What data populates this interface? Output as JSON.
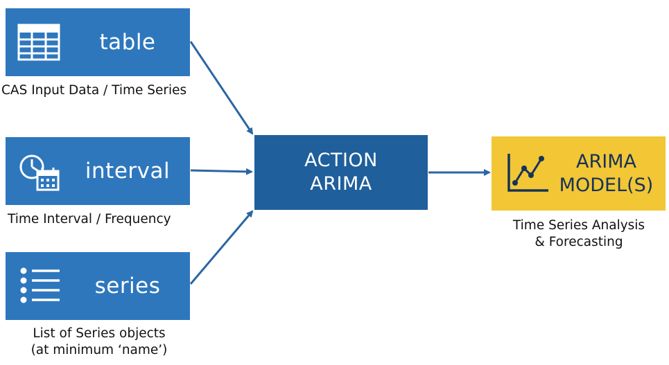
{
  "inputs": [
    {
      "title": "table",
      "caption": [
        "CAS Input Data / Time Series"
      ],
      "icon": "table-icon"
    },
    {
      "title": "interval",
      "caption": [
        "Time Interval / Frequency"
      ],
      "icon": "clock-calendar-icon"
    },
    {
      "title": "series",
      "caption": [
        "List of Series objects",
        "(at minimum ‘name’)"
      ],
      "icon": "list-icon"
    }
  ],
  "action": {
    "line1": "ACTION",
    "line2": "ARIMA"
  },
  "output": {
    "line1": "ARIMA",
    "line2": "MODEL(S)",
    "caption": [
      "Time Series Analysis",
      "& Forecasting"
    ],
    "icon": "line-chart-icon"
  },
  "colors": {
    "input_box": "#2e77bd",
    "action_box": "#1f5f9c",
    "output_box": "#f2c634",
    "arrow": "#2a66a3",
    "output_text": "#15335a"
  }
}
